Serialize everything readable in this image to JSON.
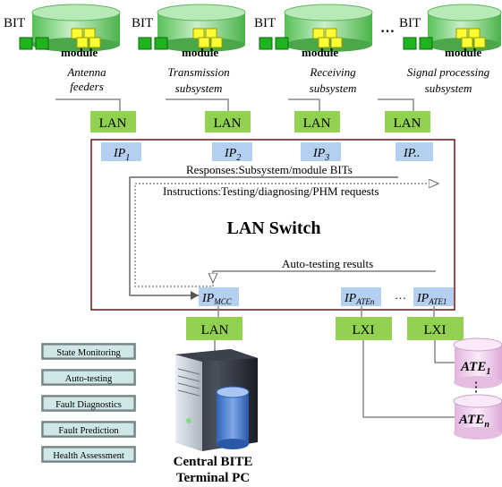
{
  "subsystems": [
    {
      "bit": "BIT",
      "module": "module",
      "name_line1": "Antenna",
      "name_line2": "feeders",
      "lan": "LAN",
      "ip": "IP",
      "ip_sub": "1"
    },
    {
      "bit": "BIT",
      "module": "module",
      "name_line1": "Transmission",
      "name_line2": "subsystem",
      "lan": "LAN",
      "ip": "IP",
      "ip_sub": "2"
    },
    {
      "bit": "BIT",
      "module": "module",
      "name_line1": "Receiving",
      "name_line2": "subsystem",
      "lan": "LAN",
      "ip": "IP",
      "ip_sub": "3"
    },
    {
      "bit": "BIT",
      "module": "module",
      "name_line1": "Signal processing",
      "name_line2": "subsystem",
      "lan": "LAN",
      "ip": "IP..",
      "ip_sub": ""
    }
  ],
  "top_ellipsis": "…",
  "switch": {
    "title": "LAN Switch",
    "responses": "Responses:Subsystem/module BITs",
    "instructions": "Instructions:Testing/diagnosing/PHM requests",
    "auto_results": "Auto-testing results",
    "ip_mcc": "IP",
    "ip_mcc_sub": "MCC",
    "ip_aten": "IP",
    "ip_aten_sub": "ATEn",
    "ip_ate1": "IP",
    "ip_ate1_sub": "ATE1",
    "port_ellipsis": "…"
  },
  "bottom": {
    "lan": "LAN",
    "lxi_1": "LXI",
    "lxi_2": "LXI",
    "ate1": "ATE",
    "ate1_sub": "1",
    "aten": "ATE",
    "aten_sub": "n",
    "vdots": "⋮",
    "pc_line1": "Central BITE",
    "pc_line2": "Terminal PC"
  },
  "functions": [
    "State Monitoring",
    "Auto-testing",
    "Fault Diagnostics",
    "Fault Prediction",
    "Health Assessment"
  ],
  "colors": {
    "lan_green": "#92d050",
    "ip_blue": "#b4cff0",
    "switch_border": "#7b1f1f",
    "module_yellow": "#ffff33",
    "bit_green": "#1fb31f",
    "cylinder_green": "#8fd88f",
    "ate_pink": "#f2d2ef",
    "func_fill": "#cfe7e7"
  }
}
